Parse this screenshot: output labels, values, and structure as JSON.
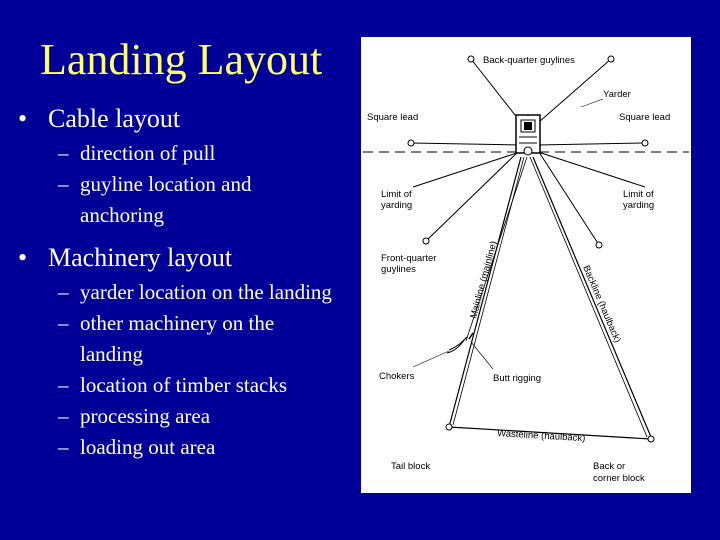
{
  "slide": {
    "title": "Landing Layout",
    "bullets": [
      {
        "text": "Cable layout",
        "subitems": [
          "direction of pull",
          "guyline location and anchoring"
        ]
      },
      {
        "text": "Machinery layout",
        "subitems": [
          "yarder location on the landing",
          "other machinery on the landing",
          "location of timber stacks",
          "processing area",
          "loading out area"
        ]
      }
    ],
    "bullet_glyph": "•",
    "dash_glyph": "–"
  },
  "diagram": {
    "labels": {
      "back_quarter_guylines": "Back-quarter guylines",
      "yarder": "Yarder",
      "square_lead_left": "Square lead",
      "square_lead_right": "Square lead",
      "limit_left_1": "Limit of",
      "limit_left_2": "yarding",
      "limit_right_1": "Limit of",
      "limit_right_2": "yarding",
      "front_quarter_1": "Front-quarter",
      "front_quarter_2": "guylines",
      "mainline": "Mainline (mainline)",
      "backline": "Backline (haulback)",
      "chokers": "Chokers",
      "butt_rigging": "Butt rigging",
      "wasteline": "Wasteline (haulback)",
      "tail_block": "Tail block",
      "back_or_1": "Back or",
      "back_or_2": "corner block"
    },
    "colors": {
      "background": "#000099",
      "title": "#ffff66",
      "text": "#ffffff"
    }
  }
}
